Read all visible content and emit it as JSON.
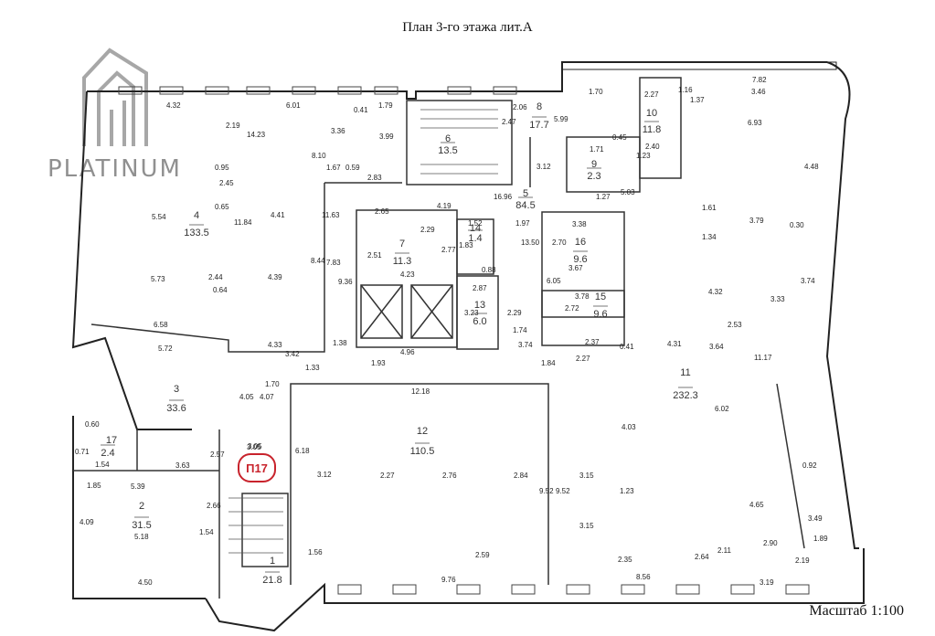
{
  "plan": {
    "title": "План 3-го этажа лит.А",
    "scale": "Масштаб 1:100",
    "badge": "П17",
    "logo": "PLATINUM"
  },
  "rooms": [
    {
      "number": "1",
      "area": "21.8"
    },
    {
      "number": "2",
      "area": "31.5"
    },
    {
      "number": "3",
      "area": "33.6"
    },
    {
      "number": "4",
      "area": "133.5"
    },
    {
      "number": "5",
      "area": "84.5"
    },
    {
      "number": "6",
      "area": "13.5"
    },
    {
      "number": "7",
      "area": "11.3"
    },
    {
      "number": "8",
      "area": "17.7"
    },
    {
      "number": "9",
      "area": "2.3"
    },
    {
      "number": "10",
      "area": "11.8"
    },
    {
      "number": "11",
      "area": "232.3"
    },
    {
      "number": "12",
      "area": "110.5"
    },
    {
      "number": "13",
      "area": "6.0"
    },
    {
      "number": "14",
      "area": "1.4"
    },
    {
      "number": "15",
      "area": "9.6"
    },
    {
      "number": "16",
      "area": "9.6"
    },
    {
      "number": "17",
      "area": "2.4"
    }
  ],
  "dims": [
    "4.32",
    "6.01",
    "0.41",
    "1.79",
    "2.19",
    "14.23",
    "3.36",
    "3.99",
    "8.10",
    "1.67",
    "0.59",
    "2.83",
    "0.95",
    "2.45",
    "0.65",
    "11.84",
    "4.41",
    "11.63",
    "5.54",
    "5.73",
    "2.44",
    "0.64",
    "4.39",
    "8.44",
    "7.83",
    "9.36",
    "6.58",
    "5.72",
    "4.33",
    "3.42",
    "1.38",
    "2.65",
    "4.19",
    "2.29",
    "4.23",
    "2.51",
    "2.77",
    "1.52",
    "1.83",
    "0.88",
    "2.87",
    "3.23",
    "2.29",
    "4.96",
    "1.33",
    "1.93",
    "1.84",
    "2.06",
    "2.47",
    "5.99",
    "1.70",
    "2.27",
    "1.16",
    "1.37",
    "7.82",
    "3.46",
    "6.93",
    "1.71",
    "0.45",
    "2.40",
    "3.12",
    "1.23",
    "5.03",
    "1.27",
    "1.61",
    "1.34",
    "3.79",
    "4.48",
    "3.38",
    "2.70",
    "3.67",
    "6.05",
    "3.78",
    "2.72",
    "2.37",
    "2.27",
    "1.74",
    "3.74",
    "0.41",
    "4.31",
    "4.32",
    "4.03",
    "3.64",
    "2.53",
    "11.17",
    "12.18",
    "6.02",
    "1.70",
    "4.05",
    "4.07",
    "3.05",
    "6.18",
    "3.12",
    "2.27",
    "2.76",
    "2.84",
    "9.52",
    "3.15",
    "1.23",
    "3.15",
    "9.52",
    "2.59",
    "2.35",
    "2.64",
    "2.11",
    "2.90",
    "3.19",
    "9.76",
    "8.56",
    "0.92",
    "4.65",
    "3.49",
    "1.89",
    "2.19",
    "0.60",
    "1.54",
    "5.39",
    "3.63",
    "1.85",
    "2.66",
    "4.09",
    "5.18",
    "1.54",
    "4.50",
    "2.57",
    "1.56",
    "3.05",
    "0.71",
    "16.96",
    "1.97",
    "13.50",
    "0.30",
    "3.74",
    "3.33"
  ]
}
